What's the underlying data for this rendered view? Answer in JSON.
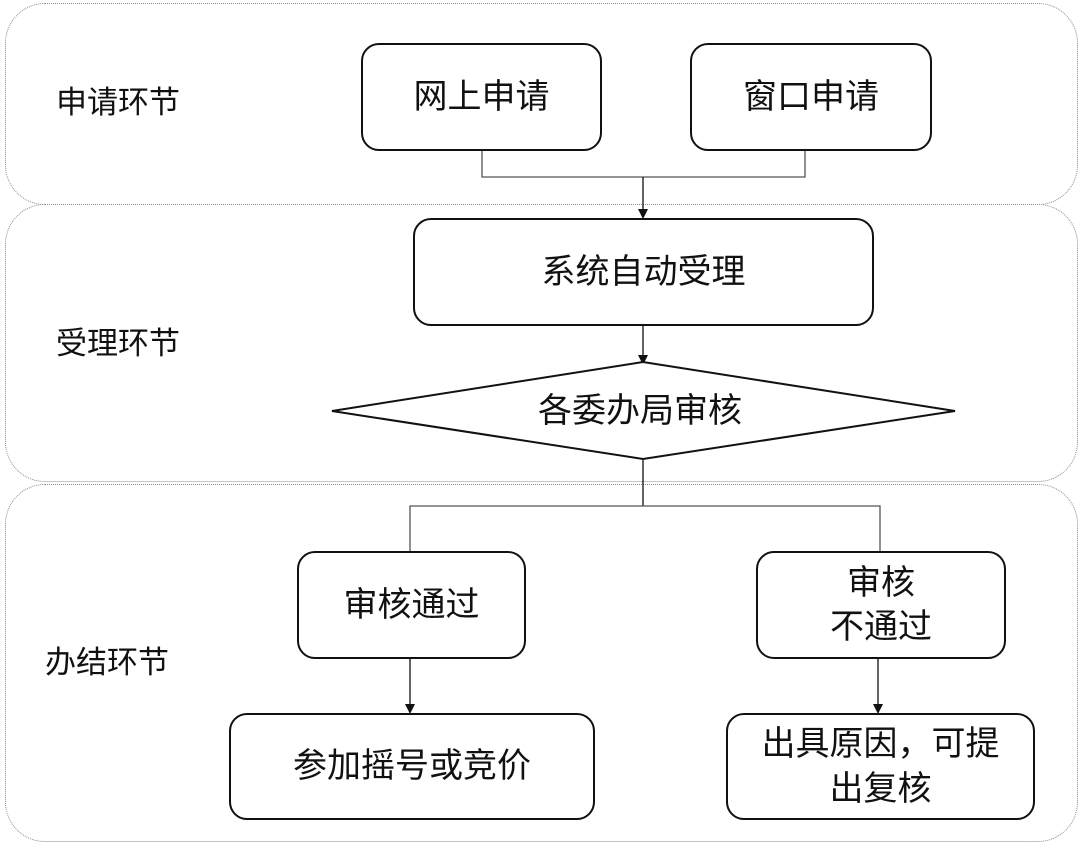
{
  "lanes": {
    "apply": {
      "label": "申请环节"
    },
    "accept": {
      "label": "受理环节"
    },
    "complete": {
      "label": "办结环节"
    }
  },
  "nodes": {
    "online_apply": "网上申请",
    "window_apply": "窗口申请",
    "auto_accept": "系统自动受理",
    "review": "各委办局审核",
    "pass": "审核通过",
    "fail": "审核\n不通过",
    "lottery": "参加摇号或竞价",
    "reason": "出具原因，可提\n出复核"
  },
  "colors": {
    "stroke": "#111111",
    "lane_border": "#8a8a8a",
    "background": "#ffffff"
  }
}
